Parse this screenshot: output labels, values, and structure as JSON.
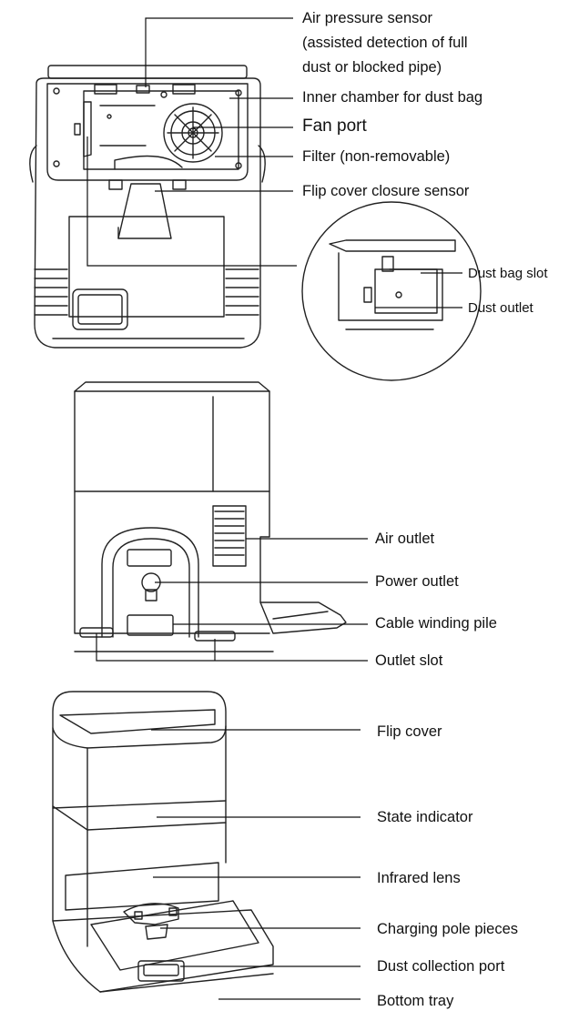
{
  "labels": {
    "air_pressure_sensor": [
      "Air pressure sensor",
      "(assisted detection of full",
      "dust or blocked pipe)"
    ],
    "inner_chamber": "Inner chamber for dust bag",
    "fan_port": "Fan port",
    "filter": "Filter (non-removable)",
    "flip_cover_closure_sensor": "Flip cover closure sensor",
    "dust_bag_slot": "Dust bag slot",
    "dust_outlet": "Dust outlet",
    "air_outlet": "Air outlet",
    "power_outlet": "Power outlet",
    "cable_winding_pile": "Cable winding pile",
    "outlet_slot": "Outlet slot",
    "flip_cover": "Flip cover",
    "state_indicator": "State indicator",
    "infrared_lens": "Infrared lens",
    "charging_pole_pieces": "Charging pole pieces",
    "dust_collection_port": "Dust collection port",
    "bottom_tray": "Bottom tray"
  }
}
